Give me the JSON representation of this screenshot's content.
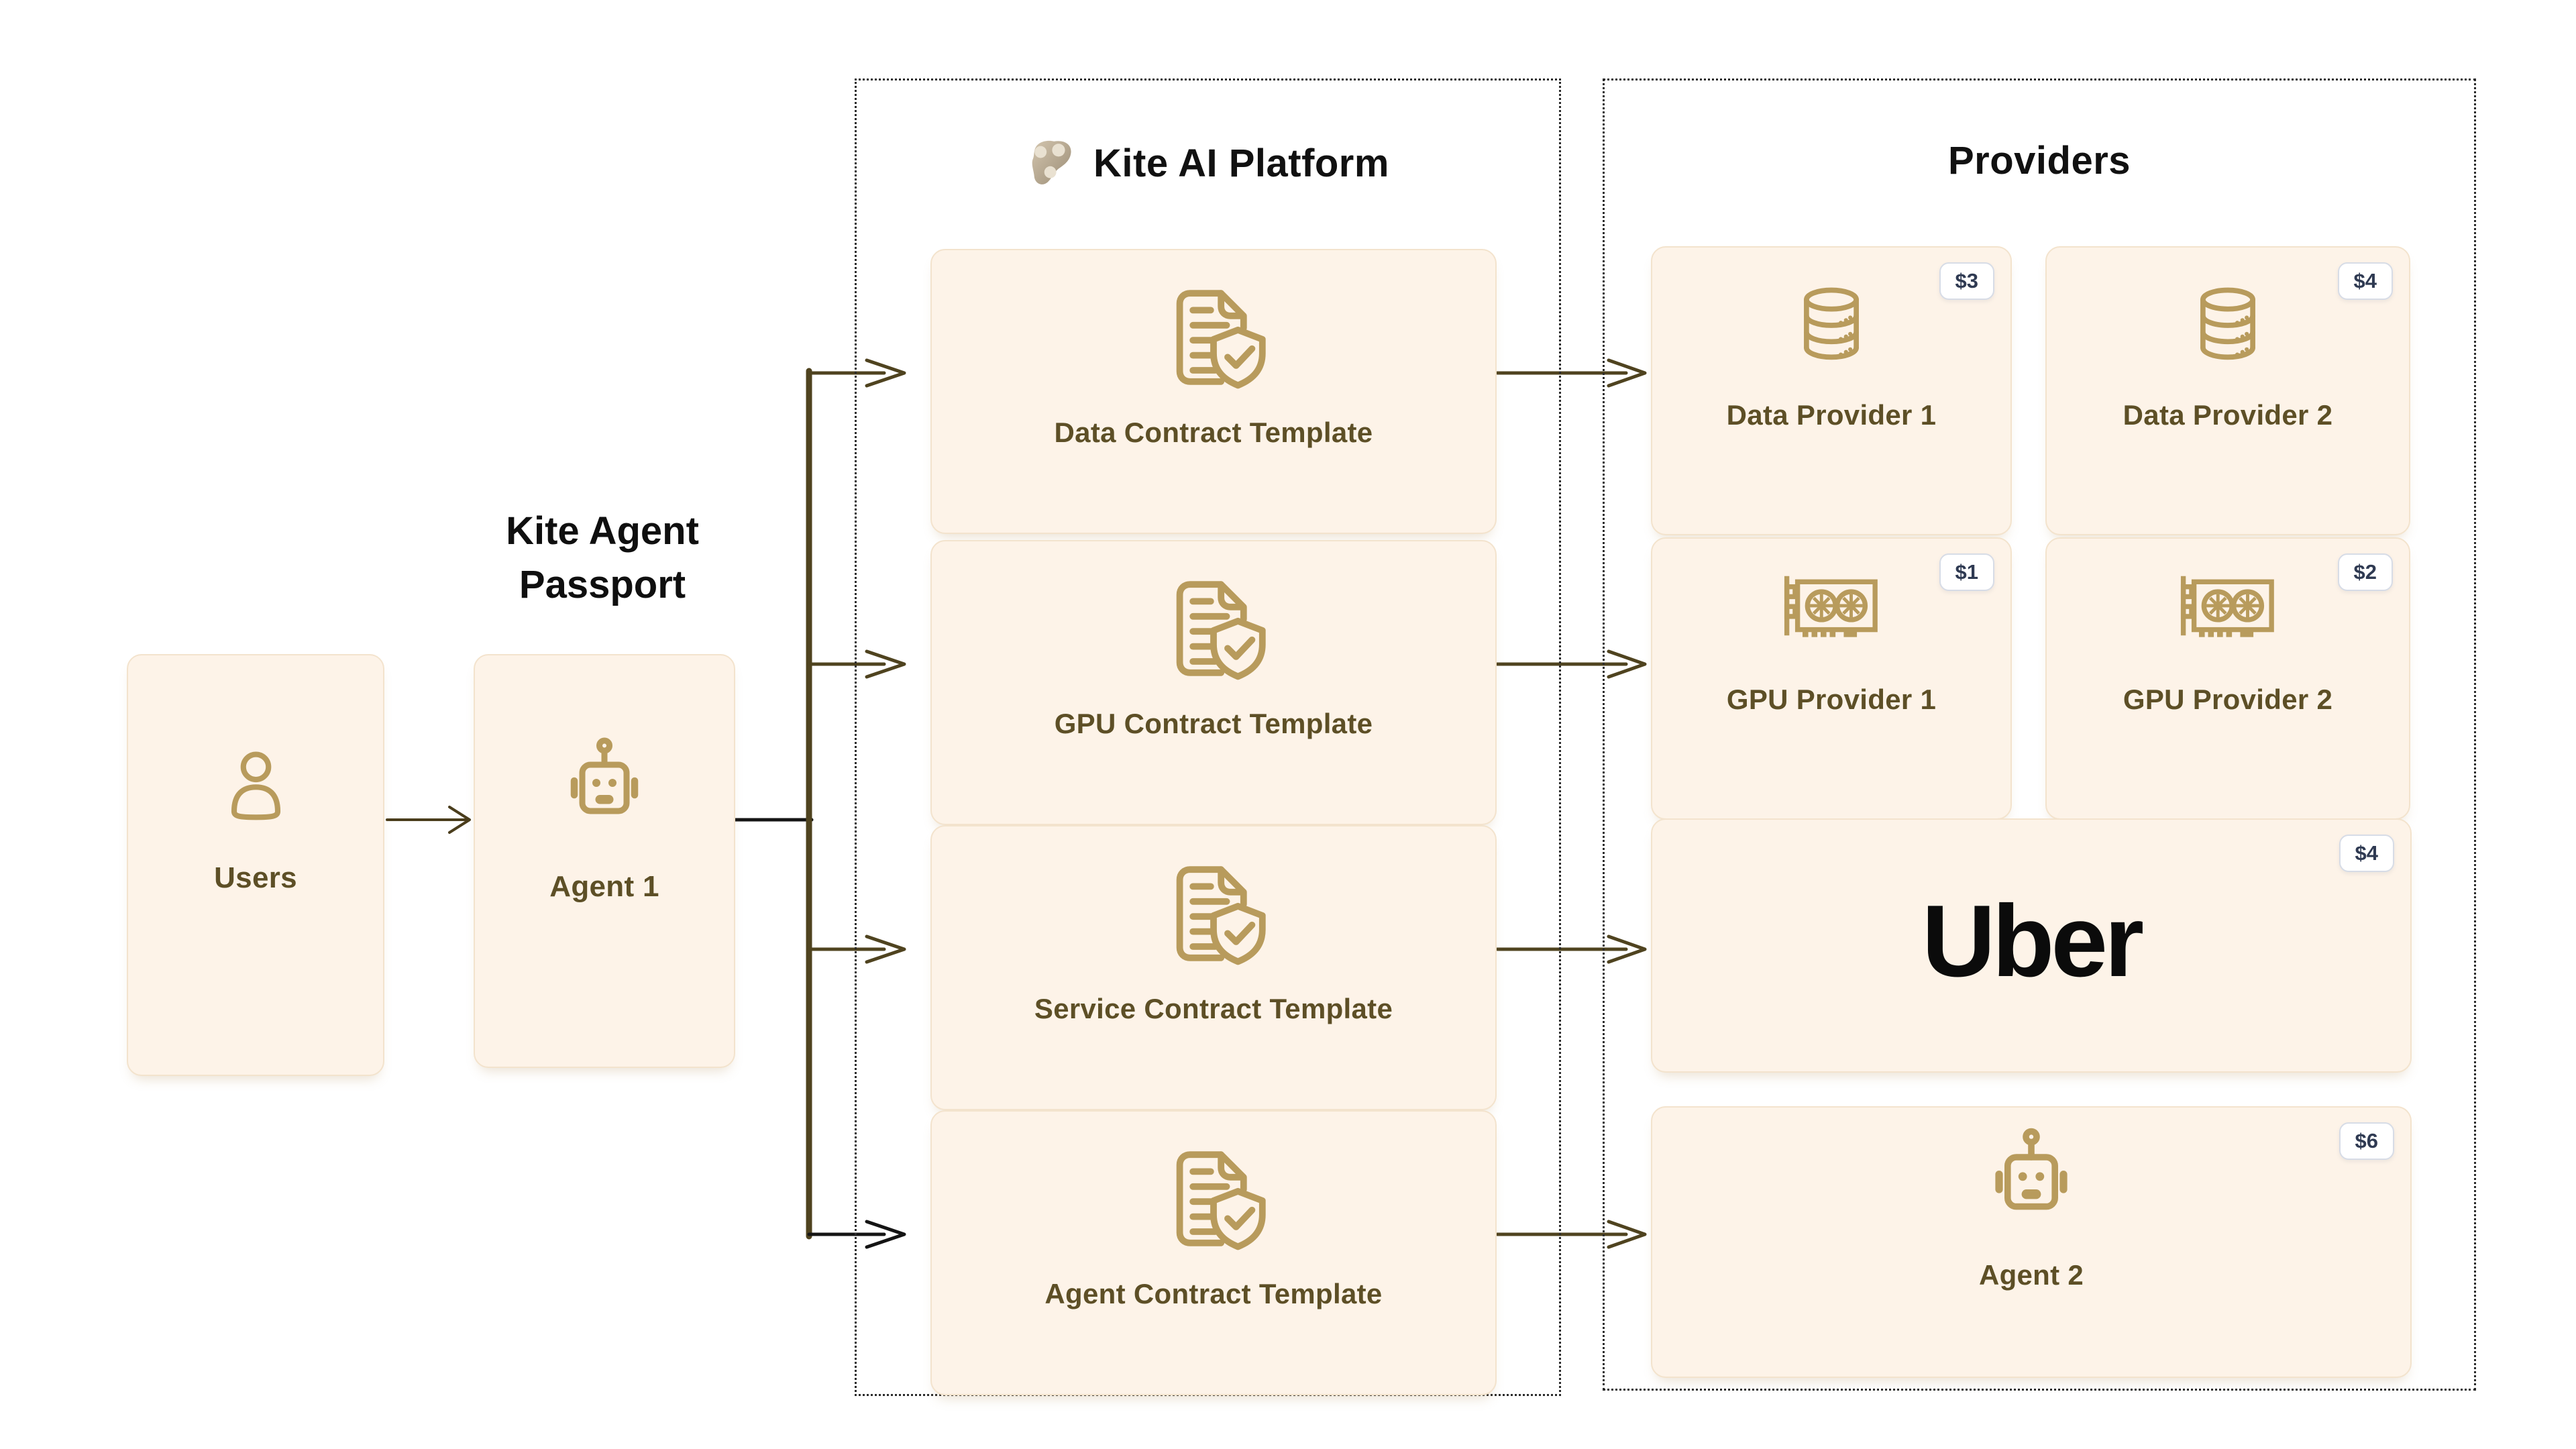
{
  "left_section": {
    "passport_title_line1": "Kite Agent",
    "passport_title_line2": "Passport",
    "users_label": "Users",
    "agent1_label": "Agent 1"
  },
  "platform_section": {
    "title": "Kite AI Platform",
    "logo_icon": "kite-logo-icon",
    "templates": [
      {
        "label": "Data Contract Template",
        "icon": "contract-shield-icon"
      },
      {
        "label": "GPU Contract Template",
        "icon": "contract-shield-icon"
      },
      {
        "label": "Service Contract Template",
        "icon": "contract-shield-icon"
      },
      {
        "label": "Agent Contract Template",
        "icon": "contract-shield-icon"
      }
    ]
  },
  "providers_section": {
    "title": "Providers",
    "providers": [
      {
        "label": "Data Provider 1",
        "price": "$3",
        "icon": "database-icon"
      },
      {
        "label": "Data Provider 2",
        "price": "$4",
        "icon": "database-icon"
      },
      {
        "label": "GPU Provider 1",
        "price": "$1",
        "icon": "gpu-card-icon"
      },
      {
        "label": "GPU Provider 2",
        "price": "$2",
        "icon": "gpu-card-icon"
      },
      {
        "label": "Uber",
        "price": "$4",
        "icon": "uber-wordmark"
      },
      {
        "label": "Agent 2",
        "price": "$6",
        "icon": "robot-icon"
      }
    ]
  },
  "colors": {
    "accent_gold": "#b89b5c",
    "card_bg": "#fdf3e8",
    "card_border": "#f3e3cd",
    "label_text": "#5d4f26",
    "header_text": "#111111",
    "badge_text": "#2f3a52",
    "badge_border": "#d7dce6",
    "connector_olive": "#4f431f",
    "connector_black": "#141414"
  }
}
